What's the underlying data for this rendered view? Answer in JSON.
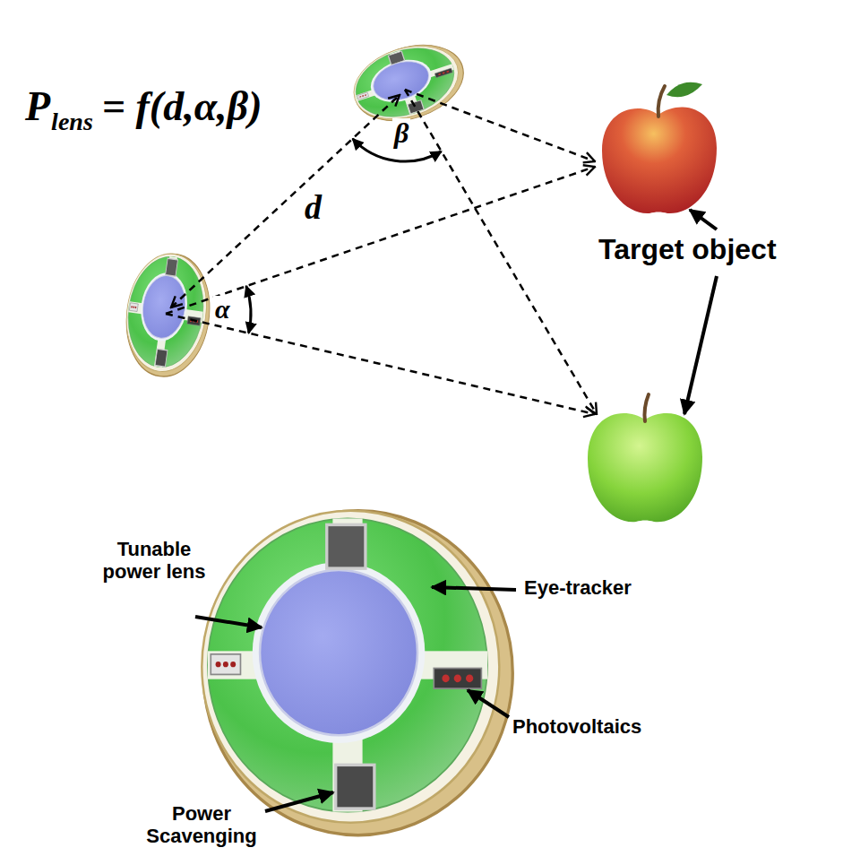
{
  "diagram": {
    "labels": [
      "P",
      "lens",
      "= f(d,α,β)",
      "d",
      "α",
      "β",
      "Target object",
      "Tunable power lens",
      "Eye-tracker",
      "Photovoltaics",
      "Power Scavenging"
    ]
  }
}
